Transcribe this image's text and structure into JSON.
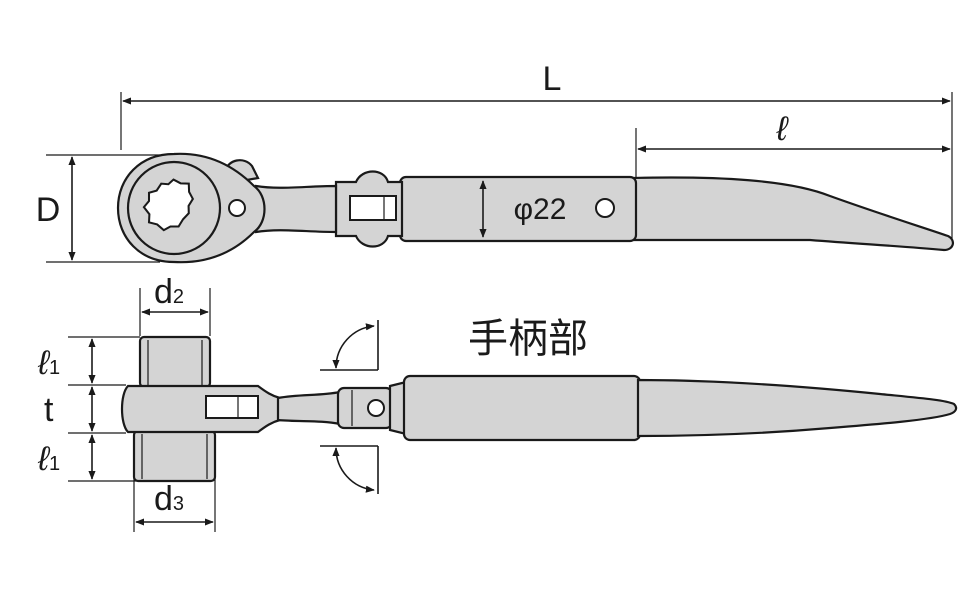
{
  "labels": {
    "overall_length": "L",
    "handle_length": "ℓ",
    "head_diameter": "D",
    "grip_diameter": "φ22",
    "socket_d2_main": "d",
    "socket_d2_sub": "2",
    "socket_d3_main": "d",
    "socket_d3_sub": "3",
    "ell1_top_main": "ℓ",
    "ell1_top_sub": "1",
    "thickness": "t",
    "ell1_bottom_main": "ℓ",
    "ell1_bottom_sub": "1",
    "handle_caption": "手柄部"
  },
  "colors": {
    "body_fill": "#d4d4d4",
    "outline": "#1a1a1a",
    "background": "#ffffff"
  }
}
